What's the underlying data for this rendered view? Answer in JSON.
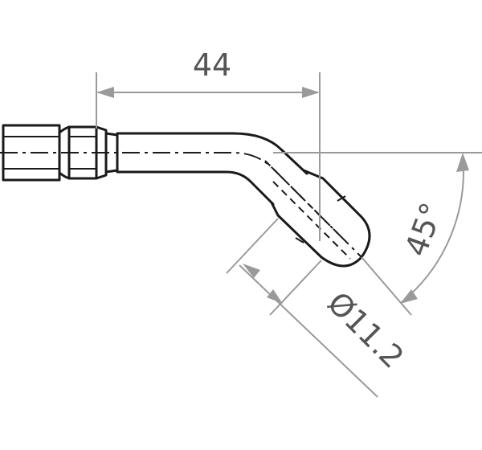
{
  "drawing": {
    "dimensions": {
      "length": "44",
      "angle": "45°",
      "diameter": "Ø11.2"
    },
    "colors": {
      "part_outline": "#1a1a1a",
      "dimension_line": "#9a9a9a",
      "dimension_text": "#555555"
    }
  }
}
